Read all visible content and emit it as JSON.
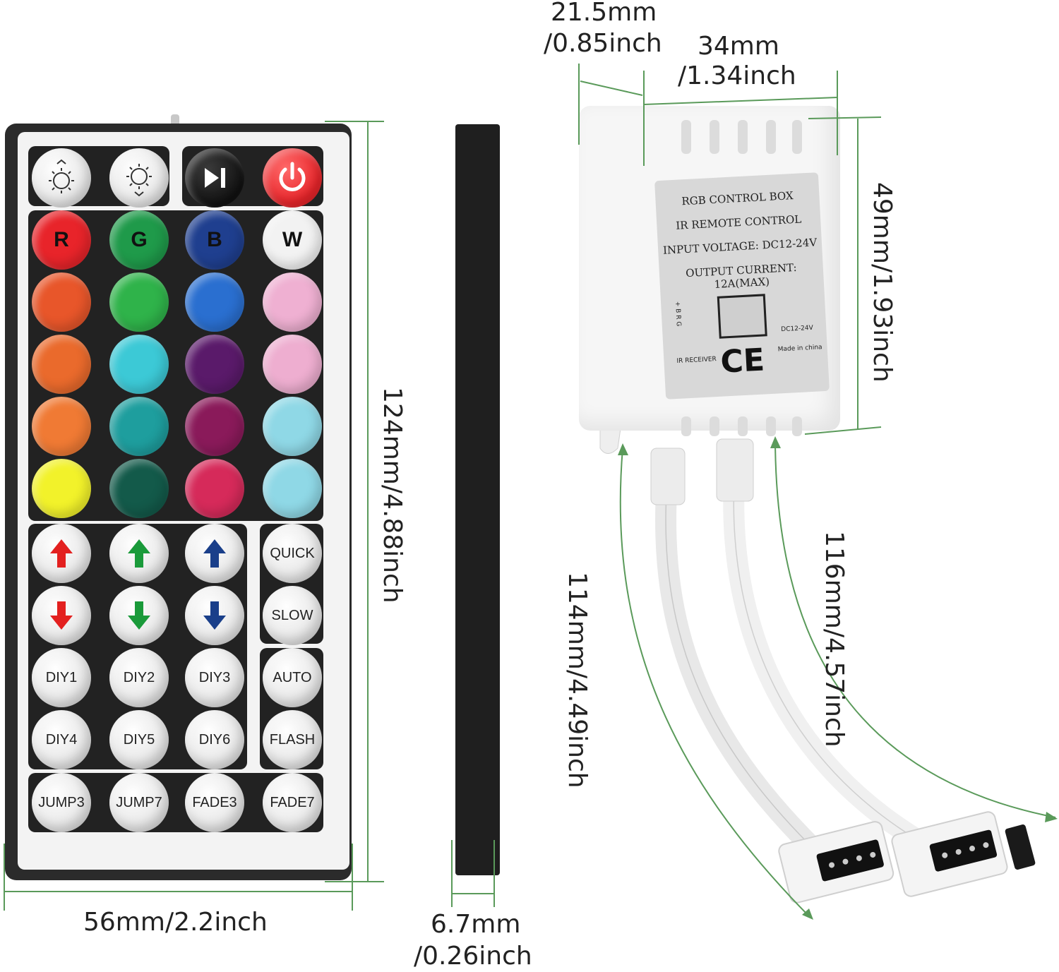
{
  "dimensions": {
    "remote_width": "56mm/2.2inch",
    "remote_height": "124mm/4.88inch",
    "remote_thickness_line1": "6.7mm",
    "remote_thickness_line2": "/0.26inch",
    "box_depth_line1": "21.5mm",
    "box_depth_line2": "/0.85inch",
    "box_width_line1": "34mm",
    "box_width_line2": "/1.34inch",
    "box_height": "49mm/1.93inch",
    "cable_left": "114mm/4.49inch",
    "cable_right": "116mm/4.57inch"
  },
  "label": {
    "line1": "RGB CONTROL BOX",
    "line2": "IR REMOTE CONTROL",
    "line3": "INPUT VOLTAGE: DC12-24V",
    "line4": "OUTPUT CURRENT: 12A(MAX)",
    "ce": "CE",
    "ir_receiver": "IR RECEIVER",
    "made_in": "Made in china",
    "dc": "DC12-24V",
    "rgb_pins": "+ B R G"
  },
  "remote": {
    "color_keys": {
      "r": "R",
      "g": "G",
      "b": "B",
      "w": "W"
    },
    "speed": {
      "quick": "QUICK",
      "slow": "SLOW",
      "auto": "AUTO",
      "flash": "FLASH"
    },
    "diy": [
      "DIY1",
      "DIY2",
      "DIY3",
      "DIY4",
      "DIY5",
      "DIY6"
    ],
    "modes": [
      "JUMP3",
      "JUMP7",
      "FADE3",
      "FADE7"
    ],
    "colors": {
      "row1": [
        "#e8242a",
        "#1f9a4a",
        "#1f3f8f",
        "#f2f2f2"
      ],
      "row2": [
        "#e8562a",
        "#2fb34a",
        "#2a6fd0",
        "#efb0d2"
      ],
      "row3": [
        "#ea6a2c",
        "#3cc9d6",
        "#5a1a6a",
        "#eeaed0"
      ],
      "row4": [
        "#f07a34",
        "#1e9e9e",
        "#8a1a5a",
        "#8fd8e6"
      ],
      "row5": [
        "#f2f22a",
        "#135a4a",
        "#d62a5a",
        "#8fd8e6"
      ],
      "arrow_red": "#e3201f",
      "arrow_green": "#1a9a3a",
      "arrow_blue": "#1a3f8a",
      "power": "#e8252a",
      "dimension_line": "#5a9a5a"
    }
  }
}
